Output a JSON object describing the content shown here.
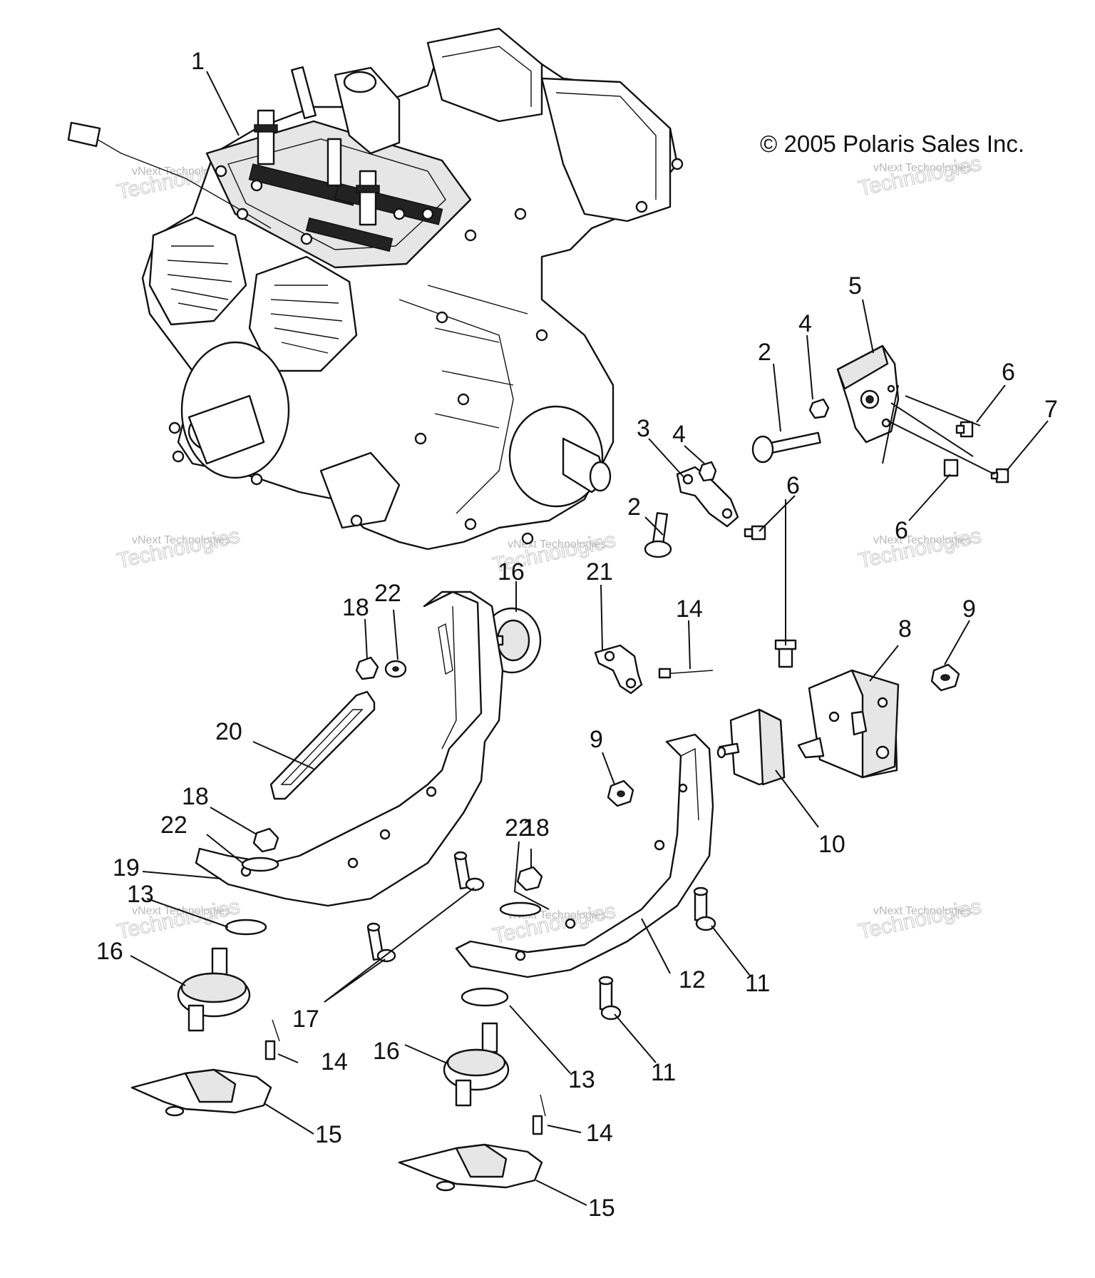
{
  "copyright": "© 2005 Polaris Sales Inc.",
  "watermark": {
    "line1": "vNext Technologies",
    "line2": "Technologies"
  },
  "callouts": {
    "c1": "1",
    "c2a": "2",
    "c2b": "2",
    "c3": "3",
    "c4a": "4",
    "c4b": "4",
    "c5": "5",
    "c6a": "6",
    "c6b": "6",
    "c6c": "6",
    "c7": "7",
    "c8": "8",
    "c9a": "9",
    "c9b": "9",
    "c10": "10",
    "c11a": "11",
    "c11b": "11",
    "c12": "12",
    "c13a": "13",
    "c13b": "13",
    "c14a": "14",
    "c14b": "14",
    "c14c": "14",
    "c15a": "15",
    "c15b": "15",
    "c16a": "16",
    "c16b": "16",
    "c16c": "16",
    "c17": "17",
    "c18a": "18",
    "c18b": "18",
    "c18c": "18",
    "c19": "19",
    "c20": "20",
    "c21": "21",
    "c22a": "22",
    "c22b": "22",
    "c22c": "22"
  }
}
